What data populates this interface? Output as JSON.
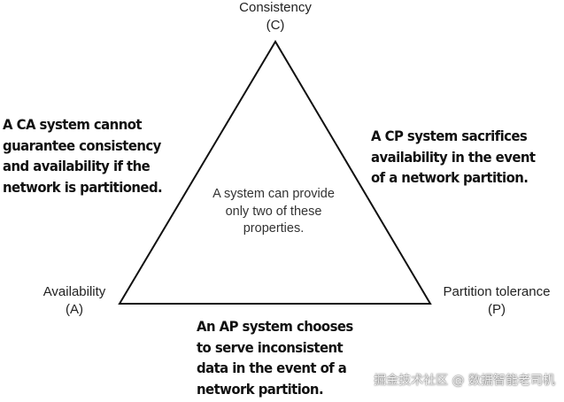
{
  "vertices": {
    "consistency": {
      "name": "Consistency",
      "abbr": "(C)"
    },
    "availability": {
      "name": "Availability",
      "abbr": "(A)"
    },
    "partition_tolerance": {
      "name": "Partition tolerance",
      "abbr": "(P)"
    }
  },
  "center_text": [
    "A system can provide",
    "only two of these",
    "properties."
  ],
  "callouts": {
    "ca": [
      "A CA system cannot",
      "guarantee consistency",
      "and availability if the",
      "network is partitioned."
    ],
    "cp": [
      "A CP system sacrifices",
      "availability in the event",
      "of a network partition."
    ],
    "ap": [
      "An AP system chooses",
      "to serve inconsistent",
      "data in the event of a",
      "network partition."
    ]
  },
  "watermark": "掘金技术社区 @ 数据智能老司机",
  "colors": {
    "background": "#ffffff",
    "triangle_stroke": "#111111",
    "text": "#222222"
  }
}
